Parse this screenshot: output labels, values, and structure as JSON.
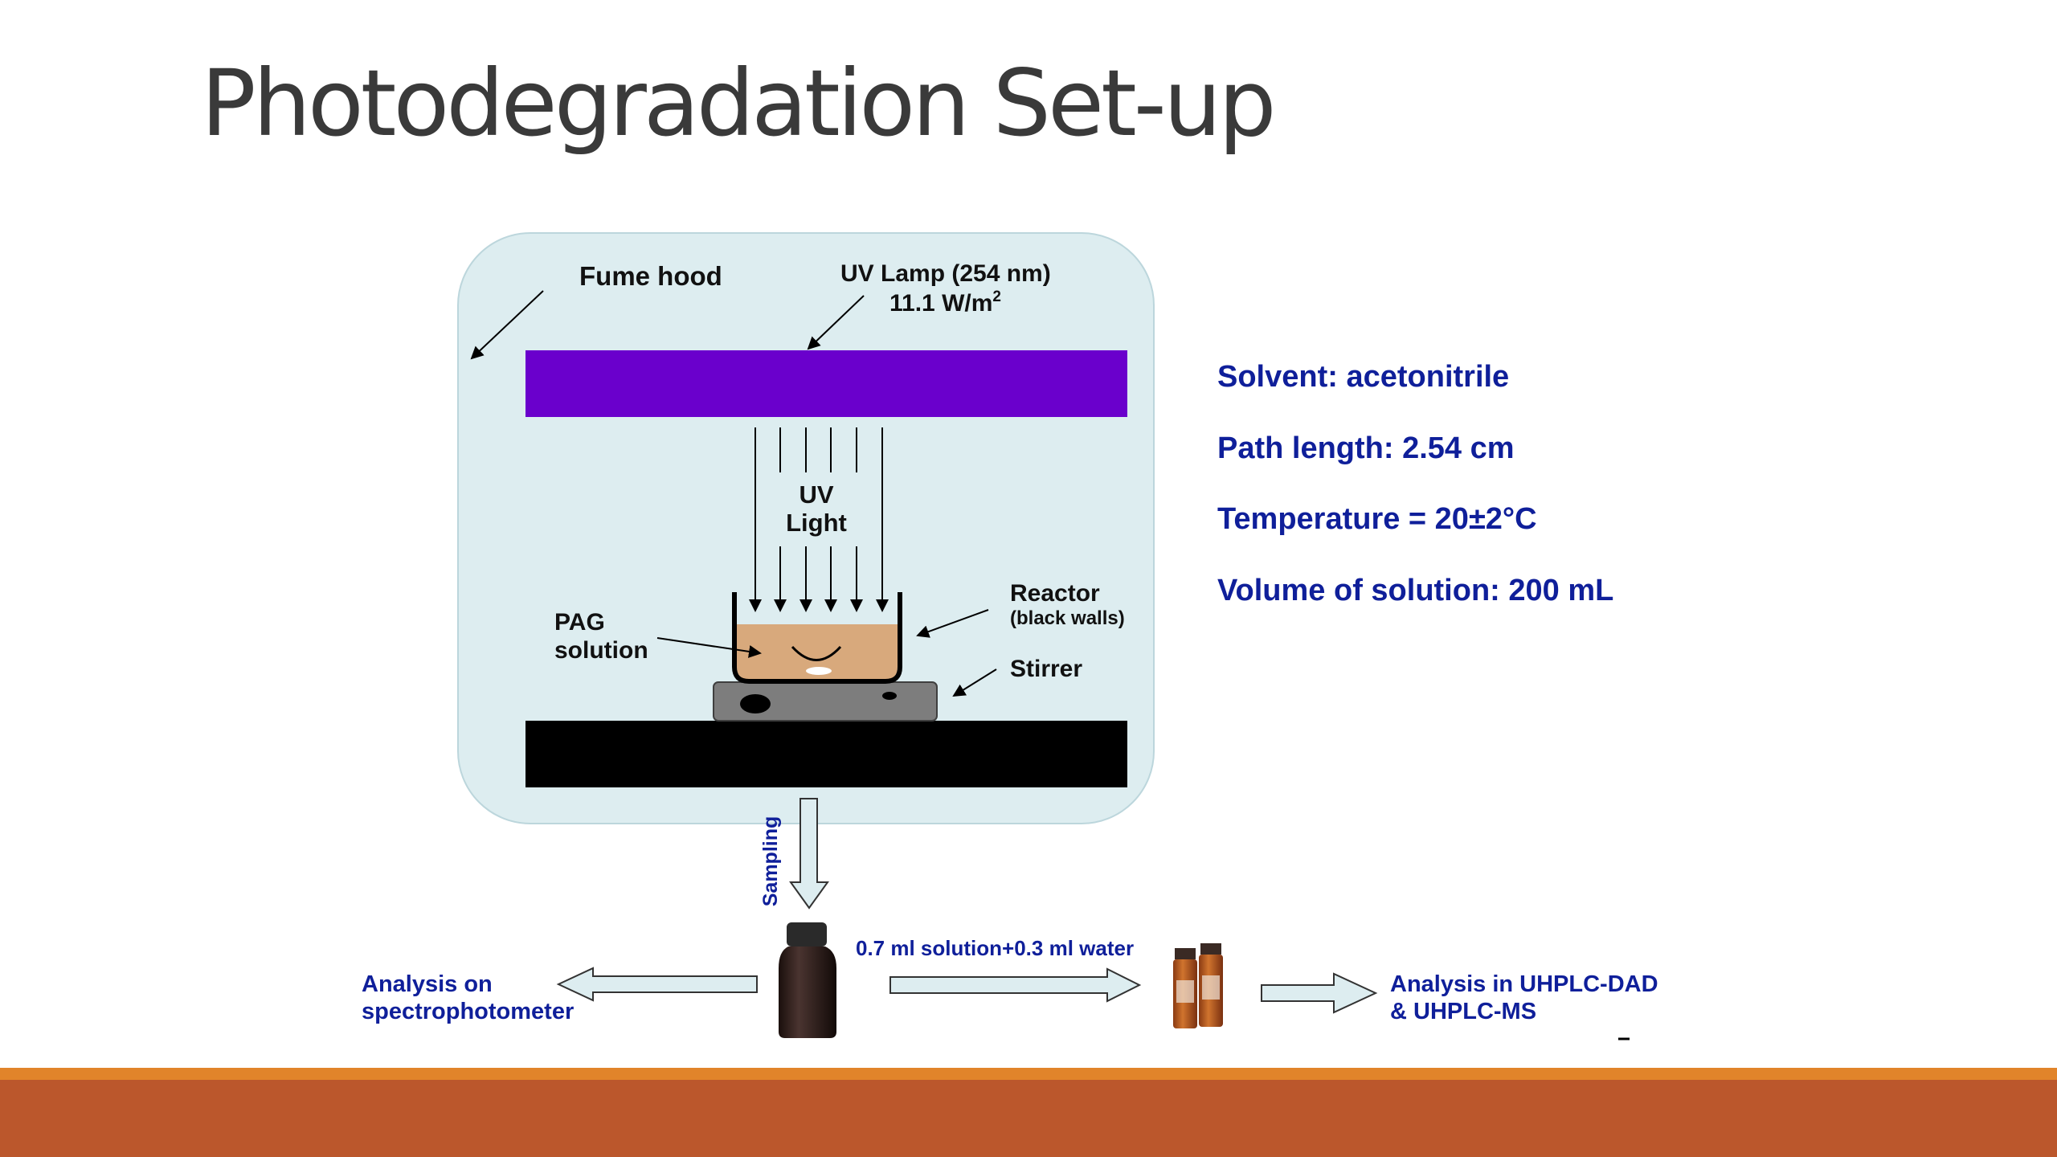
{
  "title": "Photodegradation Set-up",
  "diagram": {
    "fume_hood_label": "Fume hood",
    "uv_lamp_label": "UV Lamp (254 nm)",
    "uv_lamp_irradiance": "11.1 W/m",
    "uv_lamp_irradiance_sup": "2",
    "uv_light_line1": "UV",
    "uv_light_line2": "Light",
    "reactor_label": "Reactor",
    "reactor_note": "(black walls)",
    "pag_line1": "PAG",
    "pag_line2": "solution",
    "stirrer_label": "Stirrer",
    "sampling_label": "Sampling",
    "dilution_label": "0.7 ml solution+0.3 ml water",
    "spectro_line1": "Analysis on",
    "spectro_line2": "spectrophotometer",
    "uhplc_line1": "Analysis in UHPLC-DAD",
    "uhplc_line2": "& UHPLC-MS",
    "lamp_color": "#6a00cc",
    "hood_color": "#ddedf0",
    "solution_color": "#d8a97c",
    "label_blue": "#0f1f9a"
  },
  "conditions": [
    "Solvent: acetonitrile",
    "Path length: 2.54 cm",
    "Temperature =  20±2°C",
    "Volume of solution: 200 mL"
  ],
  "theme": {
    "band_orange": "#e1842a",
    "band_rust": "#bb572c"
  }
}
